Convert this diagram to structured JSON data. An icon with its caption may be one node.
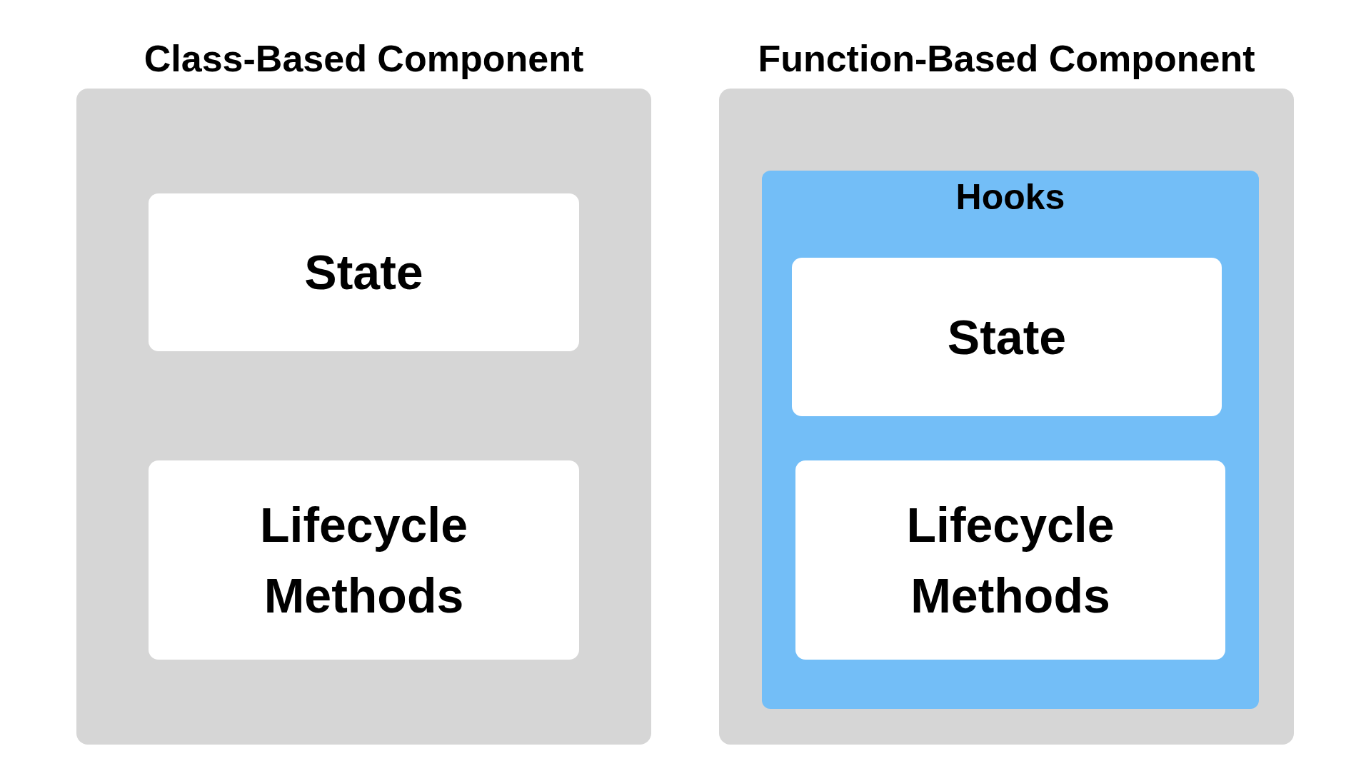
{
  "diagram": {
    "nodes": [
      {
        "text": [
          "Class-Based Component"
        ]
      },
      {
        "text": [
          "State"
        ],
        "in": 0
      },
      {
        "text": [
          "Lifecycle Methods"
        ],
        "in": 0
      },
      {
        "text": [
          "Function-Based Component"
        ]
      },
      {
        "text": [
          "Hooks"
        ],
        "in": 3
      },
      {
        "text": [
          "State"
        ],
        "in": 4
      },
      {
        "text": [
          "Lifecycle Methods"
        ],
        "in": 4
      }
    ]
  }
}
